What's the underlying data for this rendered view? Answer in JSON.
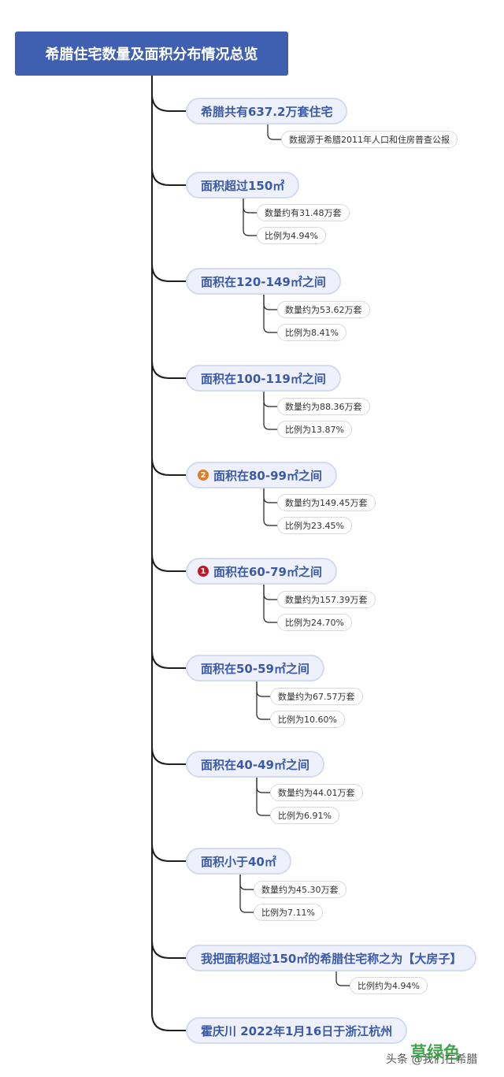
{
  "root": {
    "title": "希腊住宅数量及面积分布情况总览"
  },
  "branches": [
    {
      "label": "希腊共有637.2万套住宅",
      "badge": "",
      "children": [
        "数据源于希腊2011年人口和住房普查公报"
      ]
    },
    {
      "label": "面积超过150㎡",
      "badge": "",
      "children": [
        "数量约有31.48万套",
        "比例为4.94%"
      ]
    },
    {
      "label": "面积在120-149㎡之间",
      "badge": "",
      "children": [
        "数量约为53.62万套",
        "比例为8.41%"
      ]
    },
    {
      "label": "面积在100-119㎡之间",
      "badge": "",
      "children": [
        "数量约为88.36万套",
        "比例为13.87%"
      ]
    },
    {
      "label": "面积在80-99㎡之间",
      "badge": "2",
      "badge_color": "#e07b2a",
      "children": [
        "数量约为149.45万套",
        "比例为23.45%"
      ]
    },
    {
      "label": "面积在60-79㎡之间",
      "badge": "1",
      "badge_color": "#c0182a",
      "children": [
        "数量约为157.39万套",
        "比例为24.70%"
      ]
    },
    {
      "label": "面积在50-59㎡之间",
      "badge": "",
      "children": [
        "数量约为67.57万套",
        "比例为10.60%"
      ]
    },
    {
      "label": "面积在40-49㎡之间",
      "badge": "",
      "children": [
        "数量约为44.01万套",
        "比例为6.91%"
      ]
    },
    {
      "label": "面积小于40㎡",
      "badge": "",
      "children": [
        "数量约为45.30万套",
        "比例为7.11%"
      ]
    },
    {
      "label": "我把面积超过150㎡的希腊住宅称之为【大房子】",
      "badge": "",
      "children": [
        "比例约为4.94%"
      ]
    },
    {
      "label": "霍庆川 2022年1月16日于浙江杭州",
      "badge": "",
      "children": []
    }
  ],
  "watermark": {
    "green_text": "草绿色",
    "gray_text": "头条 @我们在希腊"
  },
  "colors": {
    "root_bg": "#3f5fb0",
    "topic_text": "#3a5aa8",
    "line": "#1f1f1f"
  }
}
